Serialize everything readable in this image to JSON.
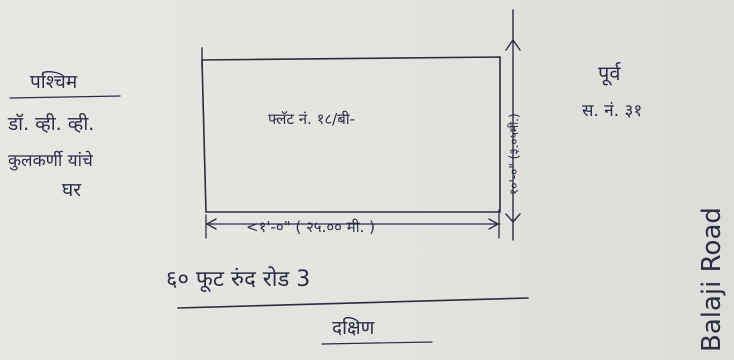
{
  "west": {
    "heading": "पश्चिम",
    "line1": "डॉ. व्ही. व्ही.",
    "line2": "कुलकर्णी यांचे",
    "line3": "घर"
  },
  "plot": {
    "label": "फ्लॅट नं. १८/बी-",
    "width_dim": "<१'-०\" ( २५.०० मी. )",
    "height_dim": "१०'-०\" (३.०५मी.)"
  },
  "east": {
    "heading": "पूर्व",
    "sub": "स. नं. ३१"
  },
  "south": {
    "road": "६० फूट रुंद रोड 3",
    "heading": "दक्षिण"
  },
  "side_road": "Balaji Road"
}
